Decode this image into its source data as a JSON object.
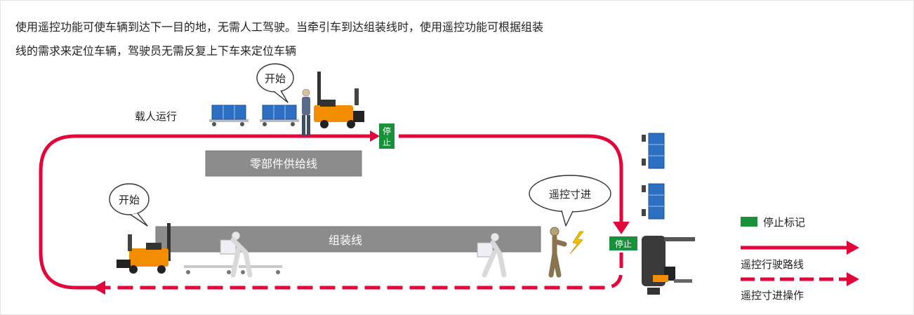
{
  "description_lines": [
    "使用遥控功能可使车辆到达下一目的地，无需人工驾驶。当牵引车到达组装线时，使用遥控功能可根据组装",
    "线的需求来定位车辆，驾驶员无需反复上下车来定位车辆"
  ],
  "labels": {
    "manned_running": "载人运行",
    "start_bubble_top": "开始",
    "start_bubble_left": "开始",
    "remote_inch_bubble": "遥控寸进",
    "parts_supply_line": "零部件供给线",
    "assembly_line": "组装线",
    "stop_sign_top_line1": "停",
    "stop_sign_top_line2": "止",
    "stop_sign_right": "停止"
  },
  "legend": {
    "stop_mark": "停止标记",
    "remote_route": "遥控行驶路线",
    "remote_inching": "遥控寸进操作"
  },
  "colors": {
    "route_red": "#e2063a",
    "stop_green": "#18913a",
    "line_gray": "#8c8c8c",
    "cart_blue": "#2d6fc0",
    "tractor_orange": "#f28c00"
  },
  "icons": {
    "tractor": "tow-tractor-icon",
    "cart": "blue-container-cart-icon",
    "worker": "worker-icon",
    "remote_signal": "lightning-signal-icon"
  }
}
